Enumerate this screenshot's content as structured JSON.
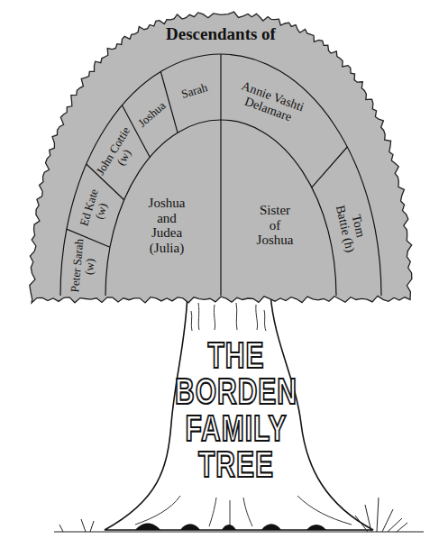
{
  "diagram": {
    "title": "THE BORDEN FAMILY TREE",
    "nodes": [
      {
        "text": [
          "Descendants of"
        ]
      },
      {
        "text": [
          "Peter Sarah (w)"
        ],
        "in": 0
      },
      {
        "text": [
          "Ed Kate (w)"
        ],
        "in": 0
      },
      {
        "text": [
          "John Cottie (w)"
        ],
        "in": 0
      },
      {
        "text": [
          "Joshua"
        ],
        "in": 0
      },
      {
        "text": [
          "Sarah"
        ],
        "in": 0
      },
      {
        "text": [
          "Annie Vashti Delamare"
        ],
        "in": 0
      },
      {
        "text": [
          "Tom Battie (h)"
        ],
        "in": 0
      },
      {
        "text": [
          "Joshua and Judea (Julia)"
        ],
        "in": 0
      },
      {
        "text": [
          "Sister of Joshua"
        ],
        "in": 0
      }
    ]
  }
}
